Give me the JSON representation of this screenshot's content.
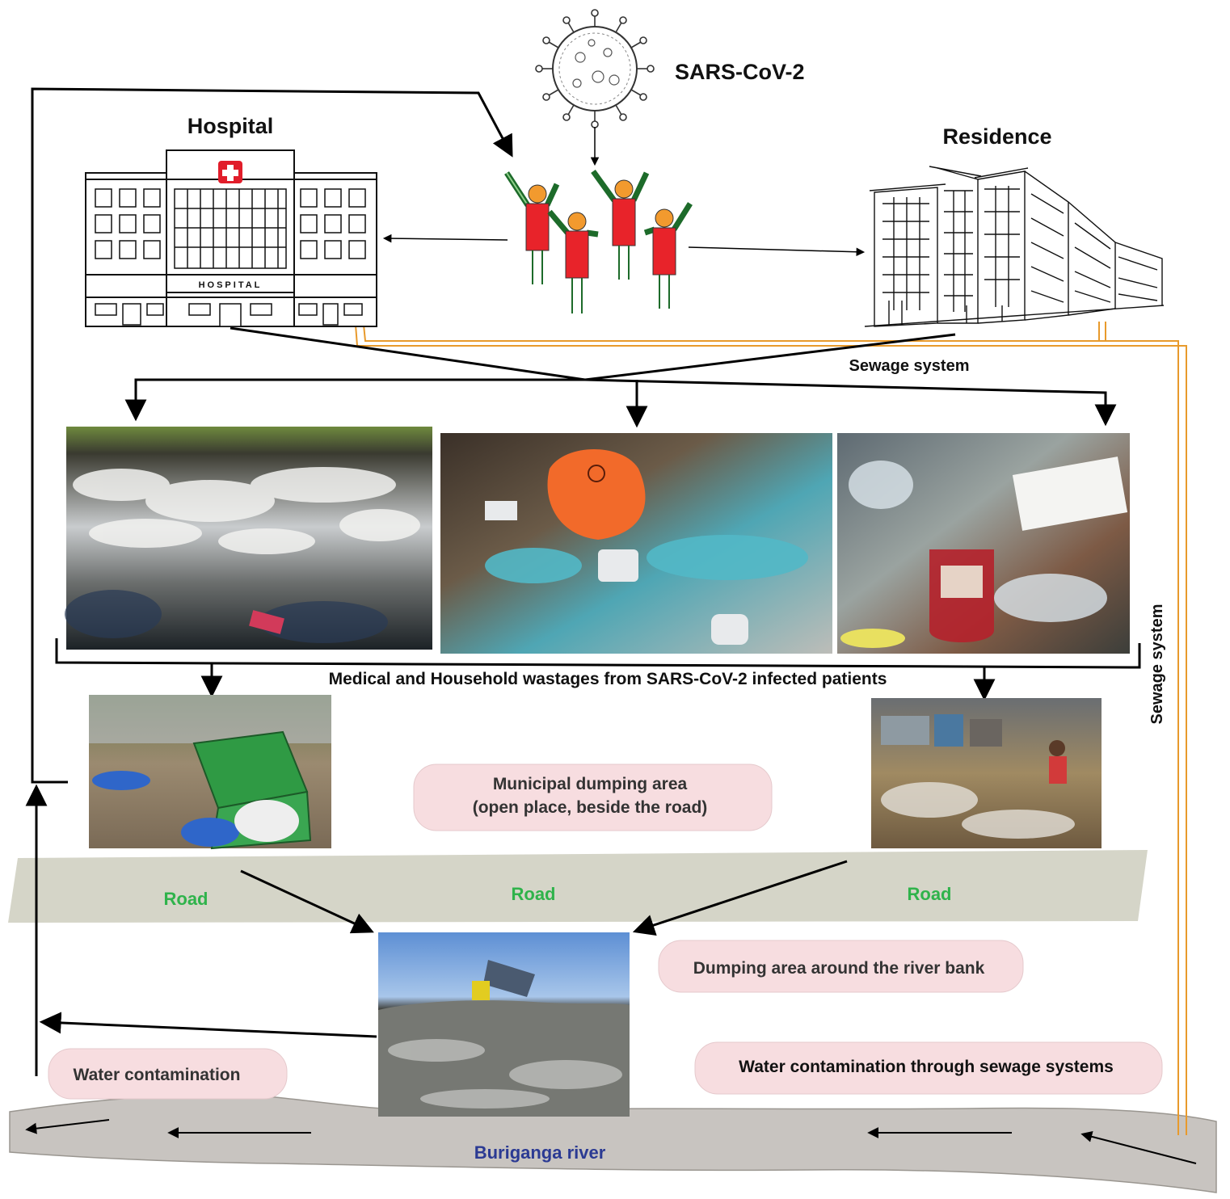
{
  "labels": {
    "virus": "SARS-CoV-2",
    "hospital": "Hospital",
    "hospital_sign": "HOSPITAL",
    "residence": "Residence",
    "sewage_h": "Sewage system",
    "sewage_v": "Sewage system",
    "waste_caption": "Medical and Household wastages from SARS-CoV-2 infected patients",
    "municipal_line1": "Municipal dumping area",
    "municipal_line2": "(open place, beside the road)",
    "road": [
      "Road",
      "Road",
      "Road"
    ],
    "river_bank": "Dumping area around the river bank",
    "water_contamination": "Water contamination",
    "water_sewage": "Water contamination through sewage systems",
    "river": "Buriganga river"
  },
  "photos": [
    {
      "name": "open-waste-dump-photo"
    },
    {
      "name": "biohazard-medical-waste-photo"
    },
    {
      "name": "blood-bag-medical-waste-photo"
    },
    {
      "name": "roadside-dumpster-photo"
    },
    {
      "name": "street-waste-scavenger-photo"
    },
    {
      "name": "riverbank-dump-truck-photo"
    }
  ],
  "colors": {
    "road": "#d5d5c8",
    "road_text": "#2fb34b",
    "river": "#c8c4c0",
    "river_text": "#2b3a93",
    "pill": "#f7dde0",
    "sewer_pipe": "#e89a2c",
    "person_body": "#e8232a",
    "person_arm": "#1d6b2a",
    "person_head": "#f29a2e"
  }
}
